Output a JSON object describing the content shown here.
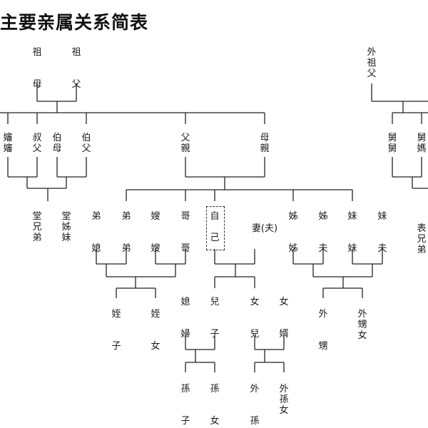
{
  "title": "主要亲属关系简表",
  "nodes": {
    "zumu": {
      "lines": [
        "祖",
        "",
        "",
        "母"
      ]
    },
    "zufu": {
      "lines": [
        "祖",
        "",
        "",
        "父"
      ]
    },
    "waizufu": {
      "lines": [
        "外",
        "祖",
        "父"
      ]
    },
    "shenshen": {
      "lines": [
        "嬸",
        "嬸"
      ]
    },
    "shufu": {
      "lines": [
        "叔",
        "父"
      ]
    },
    "bomu": {
      "lines": [
        "伯",
        "母"
      ]
    },
    "bofu": {
      "lines": [
        "伯",
        "父"
      ]
    },
    "fuqin": {
      "lines": [
        "父",
        "親"
      ]
    },
    "muqin": {
      "lines": [
        "母",
        "親"
      ]
    },
    "jiujiu": {
      "lines": [
        "舅",
        "舅"
      ]
    },
    "jiuma": {
      "lines": [
        "舅",
        "媽"
      ]
    },
    "tangxiongdi": {
      "lines": [
        "堂",
        "兄",
        "弟"
      ]
    },
    "tangzimei": {
      "lines": [
        "堂",
        "姊",
        "妹"
      ]
    },
    "dixifu": {
      "lines": [
        "弟",
        "",
        "",
        "媳"
      ]
    },
    "didi": {
      "lines": [
        "弟",
        "",
        "",
        "弟"
      ]
    },
    "saosao": {
      "lines": [
        "嫂",
        "",
        "",
        "嫂"
      ]
    },
    "gege": {
      "lines": [
        "哥",
        "",
        "",
        "哥"
      ]
    },
    "ziji": {
      "lines": [
        "自",
        "",
        "己"
      ]
    },
    "qifu": {
      "lines": [
        "妻(夫)"
      ]
    },
    "jiejie": {
      "lines": [
        "姊",
        "",
        "",
        "姊"
      ]
    },
    "jiefu": {
      "lines": [
        "姊",
        "",
        "",
        "夫"
      ]
    },
    "meimei": {
      "lines": [
        "妹",
        "",
        "",
        "妹"
      ]
    },
    "meifu": {
      "lines": [
        "妹",
        "",
        "",
        "夫"
      ]
    },
    "biaoxiongdi": {
      "lines": [
        "表",
        "兄",
        "弟"
      ]
    },
    "zhizi": {
      "lines": [
        "姪",
        "",
        "",
        "子"
      ]
    },
    "zhinv": {
      "lines": [
        "姪",
        "",
        "",
        "女"
      ]
    },
    "xifu": {
      "lines": [
        "媳",
        "",
        "",
        "婦"
      ]
    },
    "erzi": {
      "lines": [
        "兒",
        "",
        "",
        "子"
      ]
    },
    "nver": {
      "lines": [
        "女",
        "",
        "",
        "兒"
      ]
    },
    "nvxu": {
      "lines": [
        "女",
        "",
        "",
        "婿"
      ]
    },
    "waisheng": {
      "lines": [
        "外",
        "",
        "",
        "甥"
      ]
    },
    "waishengnv": {
      "lines": [
        "外",
        "甥",
        "女"
      ]
    },
    "sunzi": {
      "lines": [
        "孫",
        "",
        "",
        "子"
      ]
    },
    "sunnv": {
      "lines": [
        "孫",
        "",
        "",
        "女"
      ]
    },
    "waisun": {
      "lines": [
        "外",
        "",
        "",
        "孫"
      ]
    },
    "waisunnv": {
      "lines": [
        "外",
        "孫",
        "女"
      ]
    }
  }
}
